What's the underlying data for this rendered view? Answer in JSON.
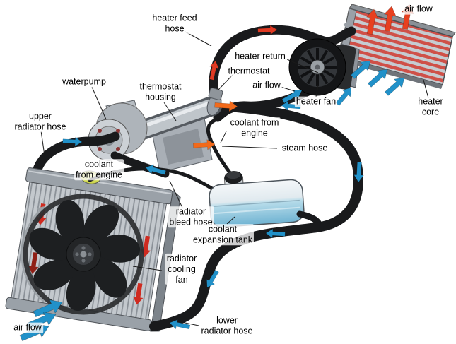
{
  "labels": {
    "heater_feed_hose": "heater feed\nhose",
    "air_flow_top": "air flow",
    "heater_return": "heater return",
    "thermostat": "thermostat",
    "air_flow_mid": "air flow",
    "heater_fan": "heater fan",
    "heater_core": "heater\ncore",
    "waterpump": "waterpump",
    "thermostat_housing": "thermostat\nhousing",
    "upper_radiator_hose": "upper\nradiator hose",
    "coolant_from_engine_right": "coolant from\nengine",
    "steam_hose": "steam hose",
    "coolant_from_engine_left": "coolant\nfrom engine",
    "radiator_bleed_hose": "radiator\nbleed hose",
    "coolant_expansion_tank": "coolant\nexpansion tank",
    "radiator_cooling_fan": "radiator\ncooling\nfan",
    "lower_radiator_hose": "lower\nradiator hose",
    "air_flow_bottom": "air flow"
  },
  "colors": {
    "hot_flow_red": "#e03a23",
    "cold_flow_blue": "#2191c9",
    "warm_accent_orange": "#f26a1b",
    "hose_black": "#191a1c",
    "metal_gray": "#b9bfc5",
    "expansion_tank_blue": "#6fb3d2",
    "heater_core_stripe_red": "#cf5048",
    "radiator_cap_yellow": "#cfd84e"
  }
}
